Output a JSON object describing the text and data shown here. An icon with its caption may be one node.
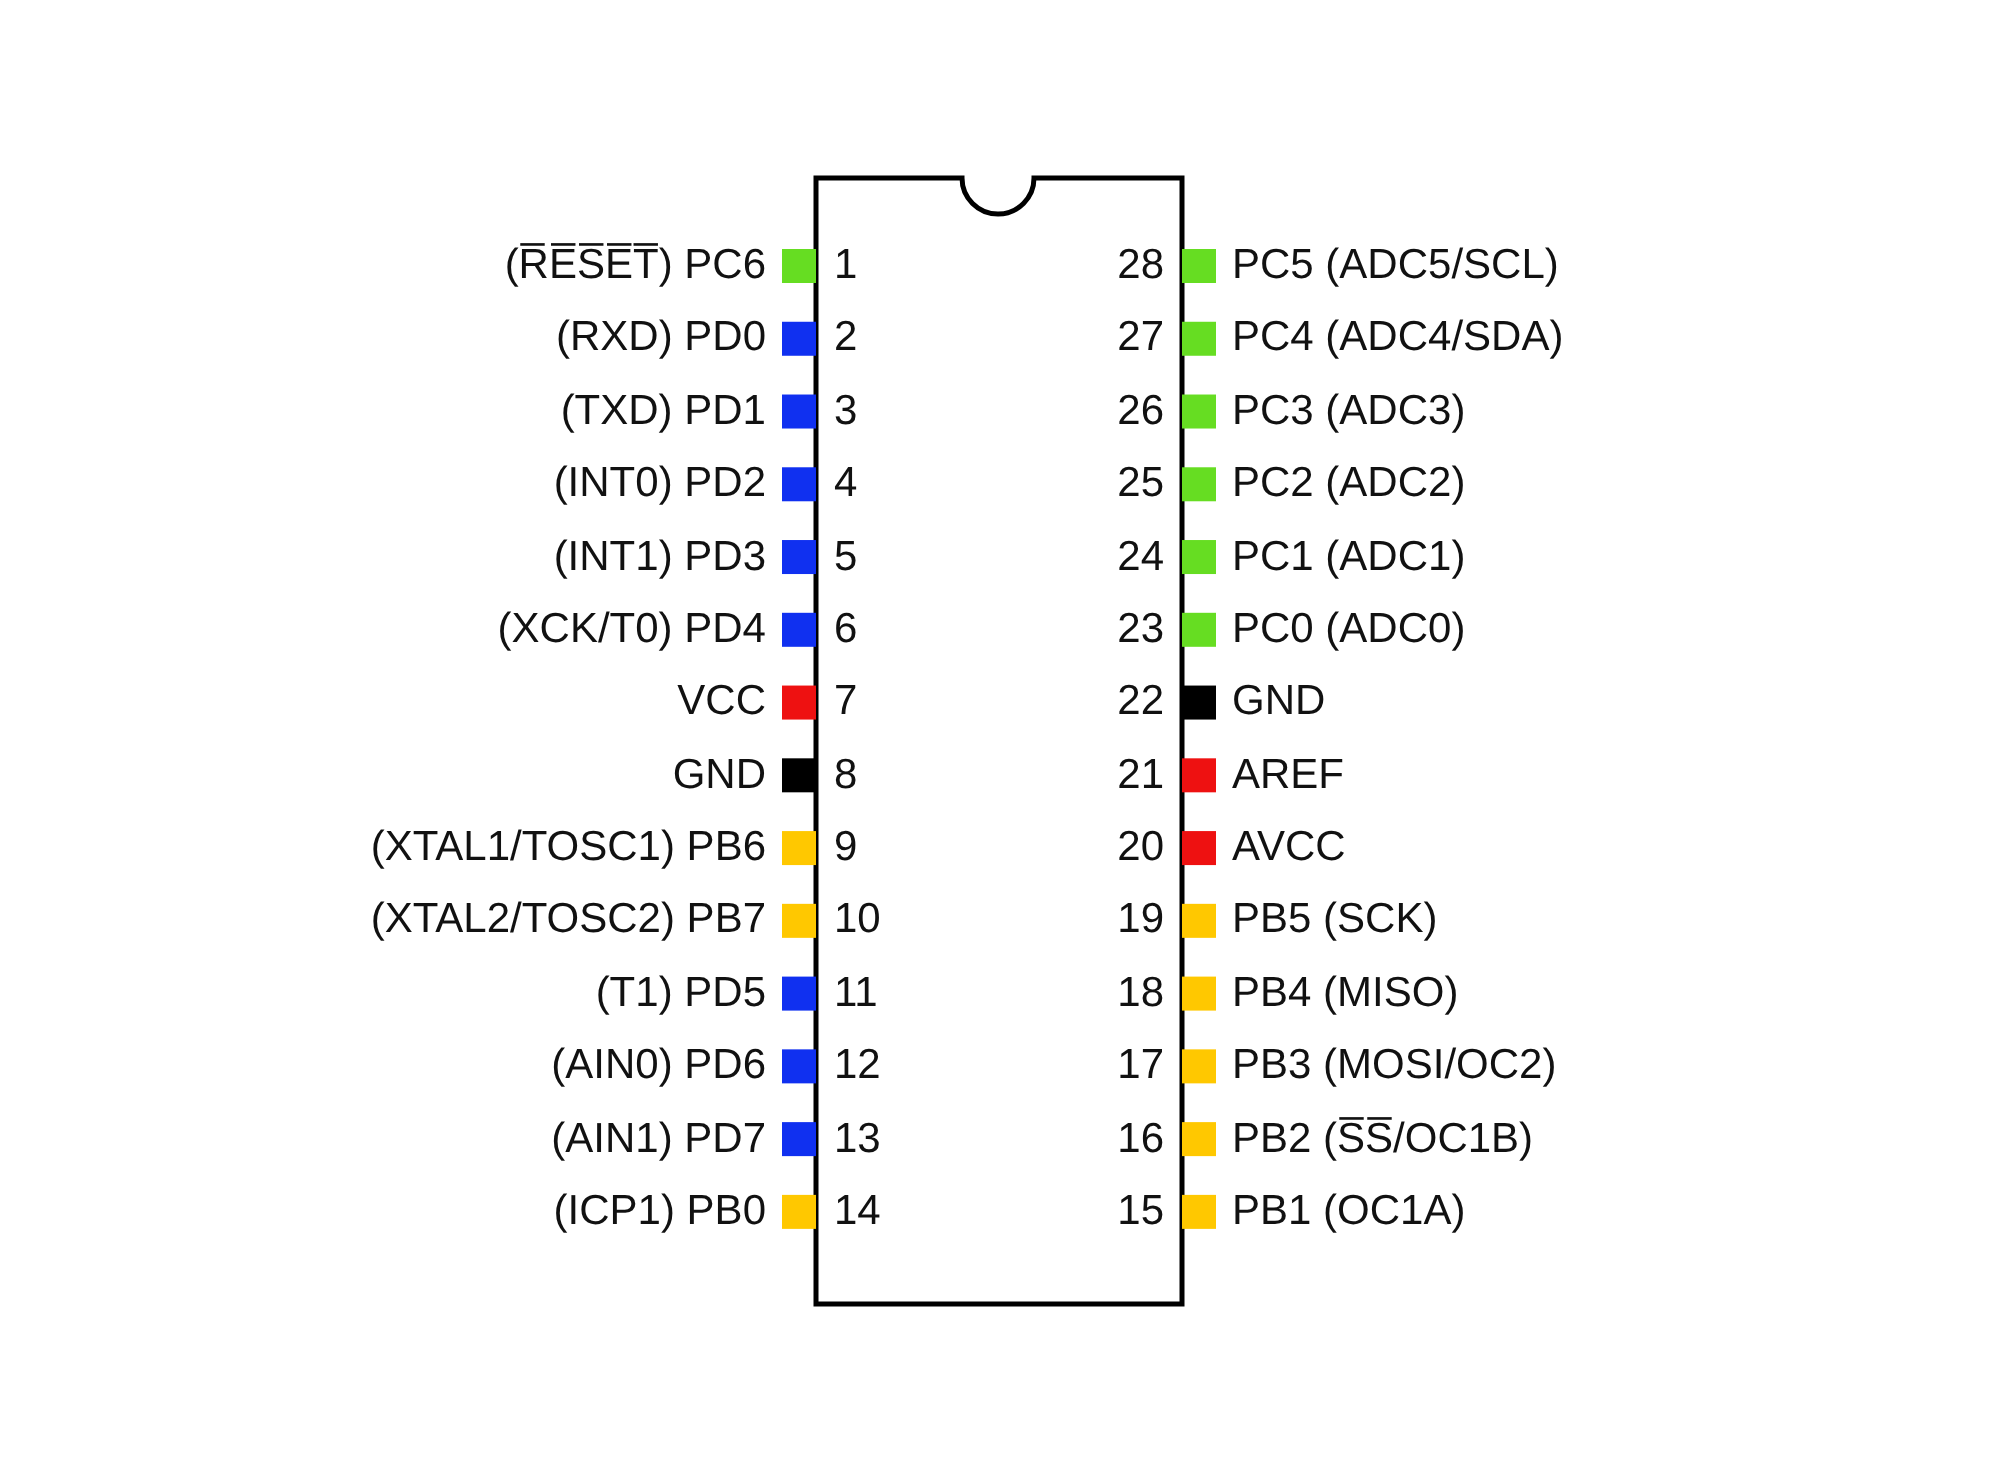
{
  "diagram": {
    "labels": [
      "(R̅E̅S̅E̅T̅) PC6",
      "1",
      "28",
      "PC5 (ADC5/SCL)",
      "(RXD) PD0",
      "2",
      "27",
      "PC4 (ADC4/SDA)",
      "(TXD) PD1",
      "3",
      "26",
      "PC3 (ADC3)",
      "(INT0) PD2",
      "4",
      "25",
      "PC2 (ADC2)",
      "(INT1) PD3",
      "5",
      "24",
      "PC1 (ADC1)",
      "(XCK/T0) PD4",
      "6",
      "23",
      "PC0 (ADC0)",
      "VCC",
      "7",
      "22",
      "GND",
      "GND",
      "8",
      "21",
      "AREF",
      "(XTAL1/TOSC1) PB6",
      "9",
      "20",
      "AVCC",
      "(XTAL2/TOSC2) PB7",
      "10",
      "19",
      "PB5 (SCK)",
      "(T1) PD5",
      "11",
      "18",
      "PB4 (MISO)",
      "(AIN0) PD6",
      "12",
      "17",
      "PB3 (MOSI/OC2)",
      "(AIN1) PD7",
      "13",
      "16",
      "PB2 (S̅S̅/OC1B)",
      "(ICP1) PB0",
      "14",
      "15",
      "PB1 (OC1A)"
    ]
  }
}
